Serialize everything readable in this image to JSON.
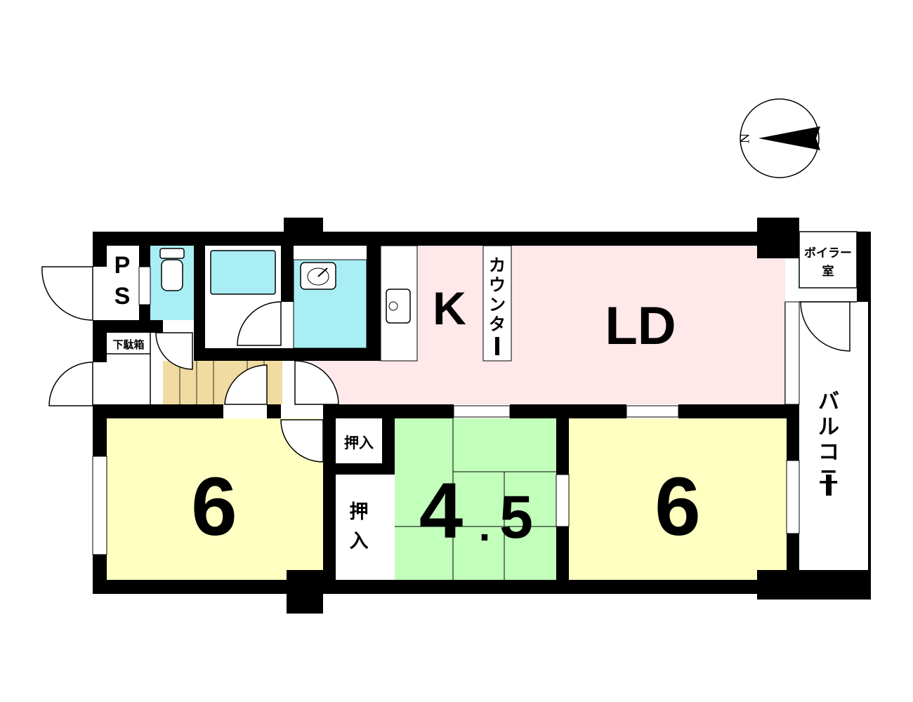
{
  "compass": {
    "north_label": "N"
  },
  "rooms": {
    "ps_letters": [
      "P",
      "S"
    ],
    "shoe_box": "下駄箱",
    "kitchen": "K",
    "counter_chars": [
      "カ",
      "ウ",
      "ン",
      "タ",
      "ー"
    ],
    "living_dining": "LD",
    "western_left": "6",
    "japanese_int": "4",
    "japanese_dot": ".",
    "japanese_frac": "5",
    "western_right": "6",
    "closet_small": "押入",
    "closet_tall_chars": [
      "押",
      "入"
    ],
    "boiler_line1": "ボイラー",
    "boiler_line2": "室",
    "balcony_chars": [
      "バ",
      "ル",
      "コ",
      "ニ",
      "ー"
    ]
  },
  "colors": {
    "wall": "#000000",
    "ld_kitchen": "#ffe8ea",
    "bath": "#a9eef4",
    "western": "#ffffc2",
    "japanese": "#c2ffbb",
    "hall_floor": "#f0dca0"
  }
}
